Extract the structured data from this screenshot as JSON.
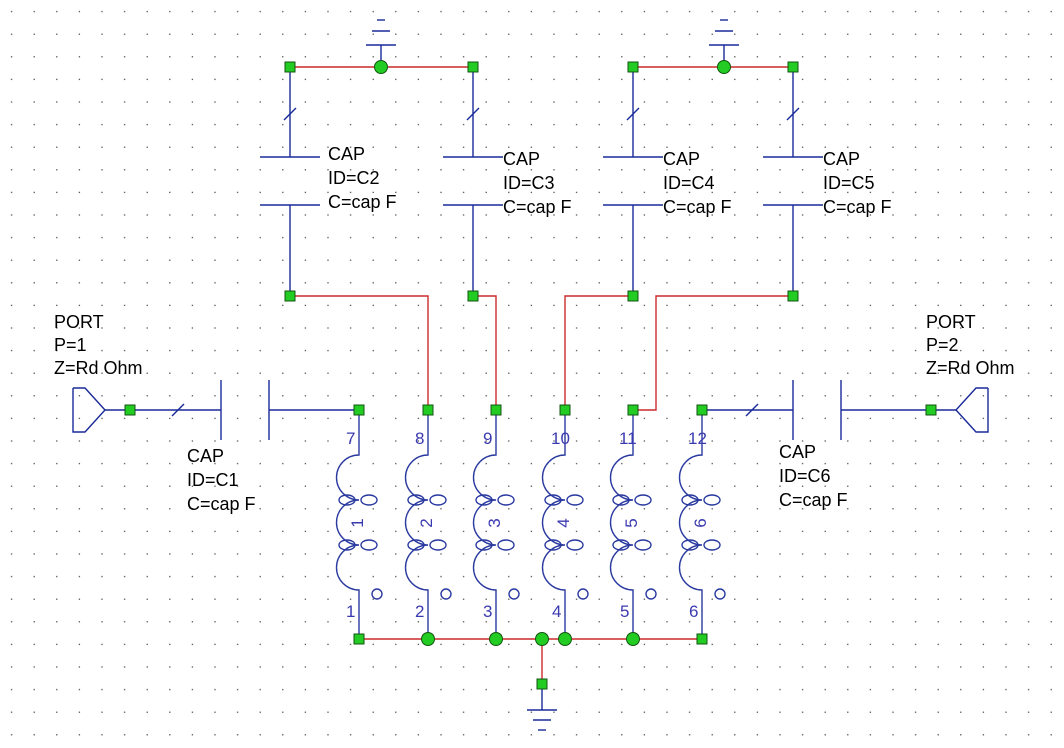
{
  "components": {
    "caps": [
      {
        "name": "CAP",
        "id": "ID=C1",
        "value": "C=cap F"
      },
      {
        "name": "CAP",
        "id": "ID=C2",
        "value": "C=cap F"
      },
      {
        "name": "CAP",
        "id": "ID=C3",
        "value": "C=cap F"
      },
      {
        "name": "CAP",
        "id": "ID=C4",
        "value": "C=cap F"
      },
      {
        "name": "CAP",
        "id": "ID=C5",
        "value": "C=cap F"
      },
      {
        "name": "CAP",
        "id": "ID=C6",
        "value": "C=cap F"
      }
    ],
    "ports": [
      {
        "name": "PORT",
        "p": "P=1",
        "z": "Z=Rd Ohm"
      },
      {
        "name": "PORT",
        "p": "P=2",
        "z": "Z=Rd Ohm"
      }
    ],
    "coil_labels": [
      "1",
      "2",
      "3",
      "4",
      "5",
      "6"
    ],
    "pin_top": [
      "7",
      "8",
      "9",
      "10",
      "11",
      "12"
    ],
    "pin_bottom": [
      "1",
      "2",
      "3",
      "4",
      "5",
      "6"
    ]
  },
  "colors": {
    "wire": "#1a2a9a",
    "connection": "#cc2a2a",
    "node": "#22cc22",
    "coil_text": "#3a3ab0"
  }
}
